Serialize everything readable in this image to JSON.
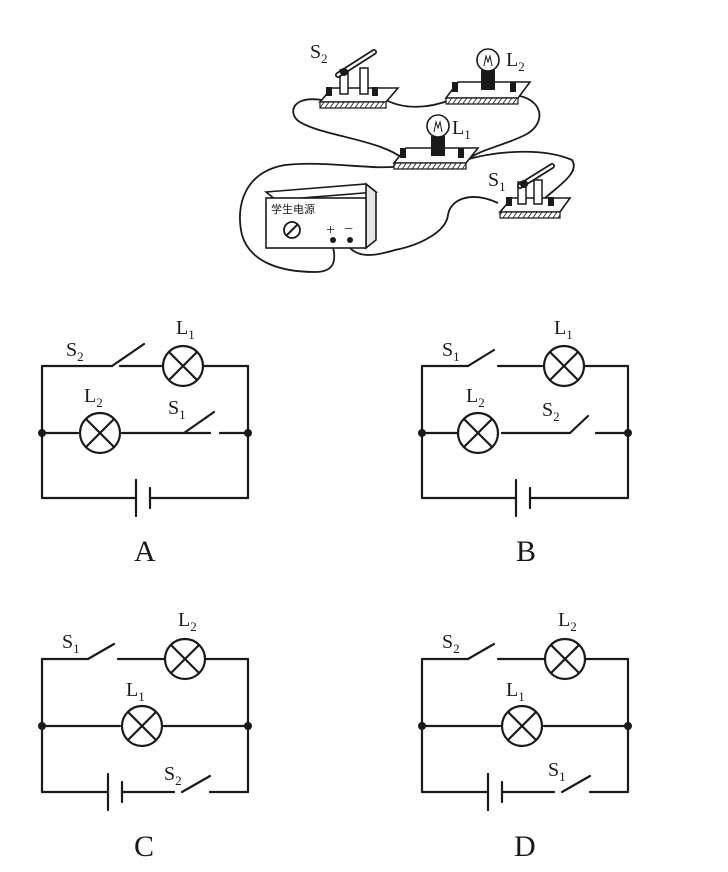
{
  "apparatus": {
    "power_supply_label": "学生电源",
    "plus": "+",
    "minus": "−",
    "s1": {
      "main": "S",
      "sub": "1"
    },
    "s2": {
      "main": "S",
      "sub": "2"
    },
    "l1": {
      "main": "L",
      "sub": "1"
    },
    "l2": {
      "main": "L",
      "sub": "2"
    }
  },
  "options": [
    {
      "letter": "A",
      "top_switch": {
        "main": "S",
        "sub": "2"
      },
      "top_lamp": {
        "main": "L",
        "sub": "1"
      },
      "mid_lamp": {
        "main": "L",
        "sub": "2"
      },
      "mid_switch": {
        "main": "S",
        "sub": "1"
      }
    },
    {
      "letter": "B",
      "top_switch": {
        "main": "S",
        "sub": "1"
      },
      "top_lamp": {
        "main": "L",
        "sub": "1"
      },
      "mid_lamp": {
        "main": "L",
        "sub": "2"
      },
      "mid_switch": {
        "main": "S",
        "sub": "2"
      }
    },
    {
      "letter": "C",
      "top_switch": {
        "main": "S",
        "sub": "1"
      },
      "top_lamp": {
        "main": "L",
        "sub": "2"
      },
      "mid_lamp": {
        "main": "L",
        "sub": "1"
      },
      "bottom_switch": {
        "main": "S",
        "sub": "2"
      }
    },
    {
      "letter": "D",
      "top_switch": {
        "main": "S",
        "sub": "2"
      },
      "top_lamp": {
        "main": "L",
        "sub": "2"
      },
      "mid_lamp": {
        "main": "L",
        "sub": "1"
      },
      "bottom_switch": {
        "main": "S",
        "sub": "1"
      }
    }
  ]
}
